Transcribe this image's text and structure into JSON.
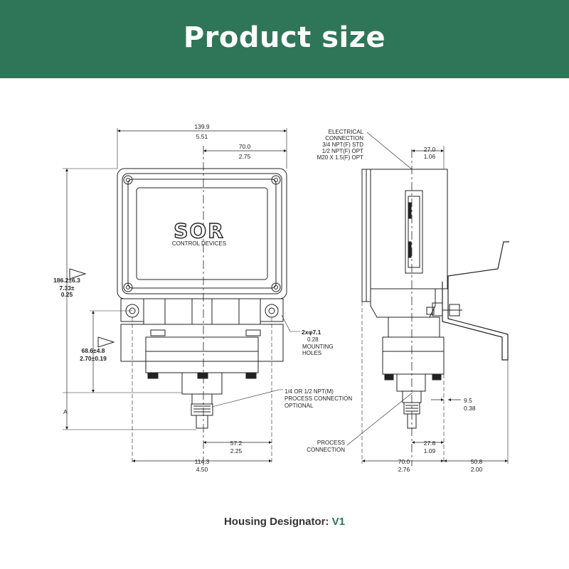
{
  "header": {
    "title": "Product size",
    "bg_color": "#2f7658"
  },
  "front_view": {
    "dim_overall_width": [
      "139.9",
      "5.51"
    ],
    "dim_half_width": [
      "70.0",
      "2.75"
    ],
    "dim_height": [
      "186.2±6.3",
      "7.33±",
      "0.25"
    ],
    "dim_lower_height": [
      "68.6±4.8",
      "2.70±0.19"
    ],
    "dim_mount_width": [
      "114.3",
      "4.50"
    ],
    "dim_center_offset": [
      "57.2",
      "2.25"
    ],
    "label_a": "A",
    "mounting_holes": [
      "2xφ7.1",
      "0.28",
      "MOUNTING",
      "HOLES"
    ],
    "process_connection_note": [
      "1/4 OR 1/2 NPT(M)",
      "PROCESS CONNECTION",
      "OPTIONAL"
    ],
    "logo_text": "SOR",
    "logo_subtext": "CONTROL DEVICES"
  },
  "side_view": {
    "electrical_note": [
      "ELECTRICAL",
      "CONNECTION",
      "3/4 NPT(F) STD",
      "1/2 NPT(F) OPT",
      "M20 X 1.5(F) OPT"
    ],
    "dim_conn_offset": [
      "27.0",
      "1.06"
    ],
    "dim_bracket_gap": [
      "9.5",
      "0.38"
    ],
    "dim_process_offset": [
      "27.8",
      "1.09"
    ],
    "dim_depth": [
      "70.0",
      "2.76"
    ],
    "dim_bracket": [
      "50.8",
      "2.00"
    ],
    "process_label": [
      "PROCESS",
      "CONNECTION"
    ]
  },
  "footer": {
    "label": "Housing Designator:",
    "value": "V1"
  }
}
